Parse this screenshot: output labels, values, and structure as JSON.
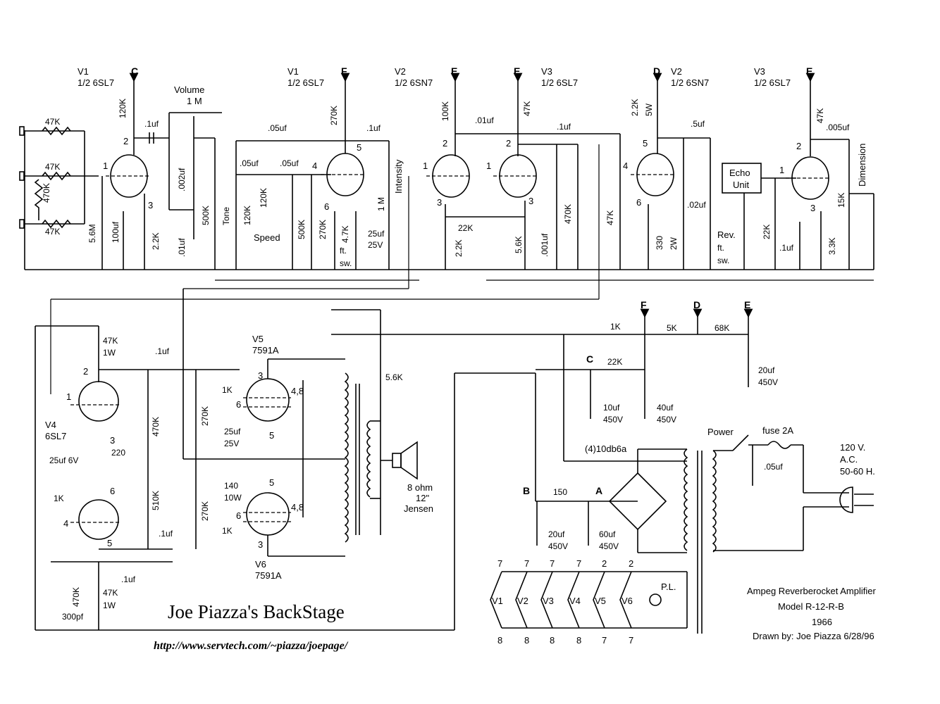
{
  "title": "Joe Piazza's BackStage",
  "url": "http://www.servtech.com/~piazza/joepage/",
  "info": {
    "line1": "Ampeg Reverberocket Amplifier",
    "line2": "Model R-12-R-B",
    "line3": "1966",
    "line4": "Drawn by:  Joe Piazza  6/28/96"
  },
  "tubes": {
    "v1a": {
      "name": "V1",
      "type": "1/2 6SL7"
    },
    "v1b": {
      "name": "V1",
      "type": "1/2 6SL7"
    },
    "v2a": {
      "name": "V2",
      "type": "1/2 6SN7"
    },
    "v3a": {
      "name": "V3",
      "type": "1/2 6SL7"
    },
    "v2b": {
      "name": "V2",
      "type": "1/2 6SN7"
    },
    "v3b": {
      "name": "V3",
      "type": "1/2 6SL7"
    },
    "v4": {
      "name": "V4",
      "type": "6SL7"
    },
    "v5": {
      "name": "V5",
      "type": "7591A"
    },
    "v6": {
      "name": "V6",
      "type": "7591A"
    }
  },
  "supply_nodes": [
    "C",
    "F",
    "E",
    "E",
    "D",
    "E",
    "F",
    "D",
    "E",
    "C",
    "B",
    "A"
  ],
  "controls": {
    "volume": "Volume",
    "volume_value": "1 M",
    "tone": "Tone",
    "speed": "Speed",
    "intensity": "Intensity",
    "dimension": "Dimension",
    "echo_unit_1": "Echo",
    "echo_unit_2": "Unit",
    "rev": "Rev.",
    "ft": "ft.",
    "sw": "sw.",
    "power": "Power",
    "fuse": "fuse 2A",
    "mains_1": "120 V.",
    "mains_2": "A.C.",
    "mains_3": "50-60 H.",
    "speaker_1": "8 ohm",
    "speaker_2": "12\"",
    "speaker_3": "Jensen",
    "rectifier": "(4)10db6a",
    "pilot": "P.L."
  },
  "components": {
    "r47k_a": "47K",
    "r47k_b": "47K",
    "r47k_c": "47K",
    "r470k_in": "470K",
    "r120k_1": "120K",
    "c01uf_1": ".1uf",
    "r56m": "5.6M",
    "c100uf": "100uf",
    "r22k_1": "2.2K",
    "c002uf": ".002uf",
    "r500k_1": "500K",
    "c01uf_2": ".01uf",
    "c05uf_1": ".05uf",
    "c05uf_2": ".05uf",
    "c05uf_3": ".05uf",
    "r120k_2": "120K",
    "r120k_3": "120K",
    "r500k_2": "500K",
    "r270k_1": "270K",
    "r270k_2": "270K",
    "r47k_2": "4.7K",
    "c25uf_1": "25uf",
    "v25_1": "25V",
    "c01uf_3": ".1uf",
    "pot1m": "1 M",
    "r100k": "100K",
    "c01uf_4": ".01uf",
    "r47k_3": "47K",
    "c1uf_5": ".1uf",
    "r22k_2": "22K",
    "r22k_3": "2.2K",
    "r56k": "5.6K",
    "c001uf": ".001uf",
    "r470k_2": "470K",
    "r47k_4": "47K",
    "r22k_4": "2.2K",
    "w5": "5W",
    "c5uf": ".5uf",
    "c02uf": ".02uf",
    "r330": "330",
    "w2": "2W",
    "r47k_5": "47K",
    "c005uf": ".005uf",
    "r22k_5": "22K",
    "c1uf_6": ".1uf",
    "r15k": "15K",
    "r33k": "3.3K",
    "r47k_6": "47K",
    "w1_1": "1W",
    "c1uf_7": ".1uf",
    "r220": "220",
    "c25uf_2": "25uf 6V",
    "r1k_1": "1K",
    "r470k_3": "470K",
    "r510k": "510K",
    "c1uf_8": ".1uf",
    "c1uf_9": ".1uf",
    "r47k_7": "47K",
    "w1_2": "1W",
    "r470k_4": "470K",
    "c300pf": "300pf",
    "r270k_3": "270K",
    "r270k_4": "270K",
    "r1k_2": "1K",
    "r1k_3": "1K",
    "c25uf_3": "25uf",
    "v25_2": "25V",
    "r140": "140",
    "w10": "10W",
    "r56k_2": "5.6K",
    "r1k_4": "1K",
    "r5k": "5K",
    "r68k": "68K",
    "r22k_6": "22K",
    "c20uf_1": "20uf",
    "v450_1": "450V",
    "c10uf": "10uf",
    "v450_2": "450V",
    "c40uf": "40uf",
    "v450_3": "450V",
    "r150": "150",
    "c20uf_2": "20uf",
    "v450_4": "450V",
    "c60uf": "60uf",
    "v450_5": "450V",
    "c05uf_4": ".05uf"
  },
  "pins": [
    "1",
    "2",
    "3",
    "5",
    "4",
    "6",
    "1",
    "2",
    "3",
    "2",
    "3",
    "1",
    "4",
    "5",
    "6",
    "1",
    "2",
    "3",
    "2",
    "3",
    "1",
    "6",
    "4",
    "5",
    "3",
    "6",
    "4,8",
    "5",
    "6",
    "4,8",
    "3",
    "5"
  ],
  "heaters": {
    "tubes": [
      "V1",
      "V2",
      "V3",
      "V4",
      "V5",
      "V6"
    ],
    "top": [
      "7",
      "7",
      "7",
      "7",
      "2",
      "2"
    ],
    "bottom": [
      "8",
      "8",
      "8",
      "8",
      "7",
      "7"
    ]
  }
}
